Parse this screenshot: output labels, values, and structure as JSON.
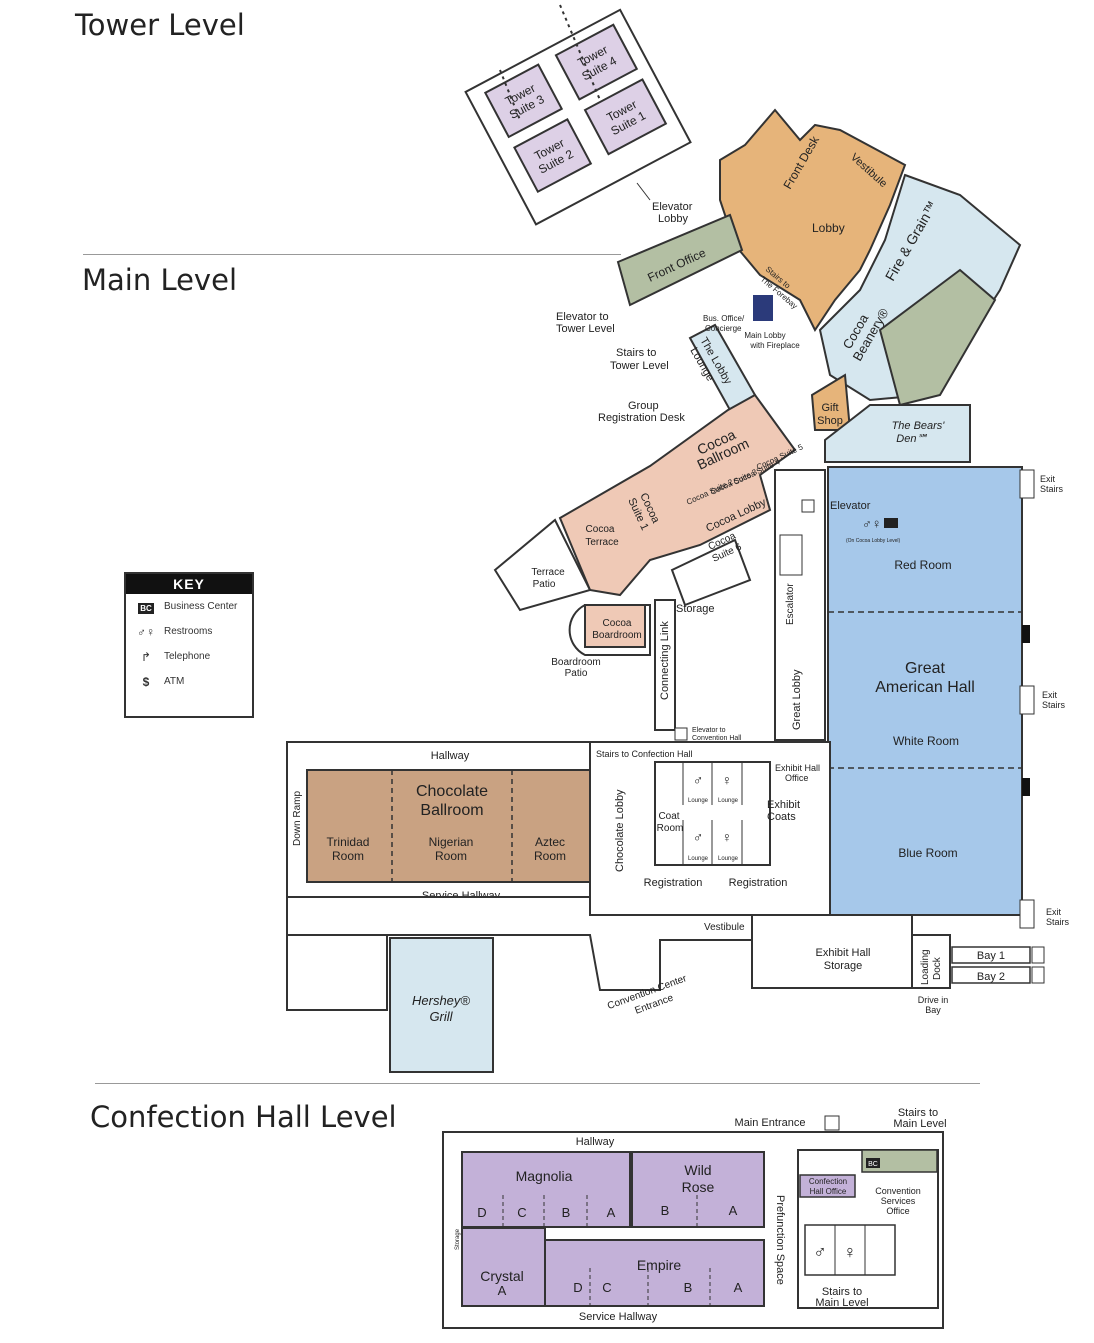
{
  "levels": {
    "tower": "Tower Level",
    "main": "Main Level",
    "confection": "Confection Hall Level"
  },
  "colors": {
    "tower_suite": "#ddd0e6",
    "lobby": "#e6b47a",
    "front_office": "#b3bfa3",
    "light_blue": "#d6e7ef",
    "cocoa": "#efc9b6",
    "chocolate": "#c9a282",
    "great_hall": "#a6c8ea",
    "confection": "#c3b1d8",
    "hershey": "#d6e7ef",
    "gift": "#e6b47a"
  },
  "key": {
    "title": "KEY",
    "items": [
      {
        "icon": "business-center-icon",
        "glyph": "BC",
        "label": "Business Center"
      },
      {
        "icon": "restrooms-icon",
        "glyph": "🚹🚺",
        "label": "Restrooms"
      },
      {
        "icon": "telephone-icon",
        "glyph": "↱",
        "label": "Telephone"
      },
      {
        "icon": "atm-icon",
        "glyph": "$",
        "label": "ATM"
      }
    ]
  },
  "tower": {
    "suite1": [
      "Tower",
      "Suite 1"
    ],
    "suite2": [
      "Tower",
      "Suite 2"
    ],
    "suite3": [
      "Tower",
      "Suite 3"
    ],
    "suite4": [
      "Tower",
      "Suite 4"
    ],
    "elevator_lobby": [
      "Elevator",
      "Lobby"
    ]
  },
  "main": {
    "front_desk": "Front Desk",
    "vestibule_top": "Vestibule",
    "lobby": "Lobby",
    "fire_grain": "Fire & Grain™",
    "front_office": "Front Office",
    "stairs_foreb": [
      "Stairs to",
      "The Forebay"
    ],
    "bus_office": [
      "Bus. Office/",
      "Concierge"
    ],
    "main_lobby_fire": [
      "Main Lobby",
      "with Fireplace"
    ],
    "elevator_tower": [
      "Elevator to",
      "Tower Level"
    ],
    "stairs_tower": [
      "Stairs to",
      "Tower Level"
    ],
    "lobby_lounge": [
      "The Lobby",
      "Lounge"
    ],
    "cocoa_beanery": [
      "Cocoa",
      "Beanery®"
    ],
    "gift_shop": [
      "Gift",
      "Shop"
    ],
    "bears_den": [
      "The Bears'",
      "Den℠"
    ],
    "group_reg": [
      "Group",
      "Registration Desk"
    ],
    "cocoa_ballroom": [
      "Cocoa",
      "Ballroom"
    ],
    "cocoa_suites": [
      "Cocoa Suite 2",
      "Cocoa Suite 3",
      "Cocoa Suite 4",
      "Cocoa Suite 5"
    ],
    "cocoa_suite1": [
      "Cocoa",
      "Suite 1"
    ],
    "cocoa_terrace": [
      "Cocoa",
      "Terrace"
    ],
    "cocoa_lobby": "Cocoa Lobby",
    "cocoa_suite6": [
      "Cocoa",
      "Suite 6"
    ],
    "terrace_patio": [
      "Terrace",
      "Patio"
    ],
    "storage": "Storage",
    "cocoa_boardroom": [
      "Cocoa",
      "Boardroom"
    ],
    "boardroom_patio": [
      "Boardroom",
      "Patio"
    ],
    "connecting_link": "Connecting Link",
    "escalator": "Escalator",
    "great_lobby": "Great Lobby",
    "elevator": "Elevator",
    "on_cocoa": "(On Cocoa Lobby Level)",
    "exit_stairs": [
      "Exit",
      "Stairs"
    ],
    "red_room": "Red Room",
    "great_american_hall": [
      "Great",
      "American Hall"
    ],
    "white_room": "White Room",
    "blue_room": "Blue Room",
    "elevator_convention": [
      "Elevator to",
      "Convention Hall"
    ],
    "stairs_confection": "Stairs to Confection Hall",
    "exhibit_hall_office": [
      "Exhibit Hall",
      "Office"
    ],
    "exhibit_coats": [
      "Exhibit",
      "Coats"
    ],
    "coat_room": [
      "Coat",
      "Room"
    ],
    "lounge": "Lounge",
    "registration": "Registration",
    "chocolate_lobby": "Chocolate Lobby",
    "hallway": "Hallway",
    "down_ramp": "Down Ramp",
    "chocolate_ballroom": [
      "Chocolate",
      "Ballroom"
    ],
    "trinidad": [
      "Trinidad",
      "Room"
    ],
    "nigerian": [
      "Nigerian",
      "Room"
    ],
    "aztec": [
      "Aztec",
      "Room"
    ],
    "service_hallway": "Service Hallway",
    "vestibule": "Vestibule",
    "exhibit_storage": [
      "Exhibit Hall",
      "Storage"
    ],
    "loading_dock": [
      "Loading",
      "Dock"
    ],
    "bay1": "Bay 1",
    "bay2": "Bay 2",
    "drive_in": [
      "Drive in",
      "Bay"
    ],
    "convention_entrance": [
      "Convention Center",
      "Entrance"
    ],
    "hershey_grill": [
      "Hershey®",
      "Grill"
    ]
  },
  "confection": {
    "main_entrance": "Main Entrance",
    "stairs_main": [
      "Stairs to",
      "Main Level"
    ],
    "hallway": "Hallway",
    "magnolia": "Magnolia",
    "magnolia_sections": [
      "D",
      "C",
      "B",
      "A"
    ],
    "wild_rose": [
      "Wild",
      "Rose"
    ],
    "wild_rose_sections": [
      "B",
      "A"
    ],
    "storage": "Storage",
    "crystal": [
      "Crystal",
      "A"
    ],
    "empire": "Empire",
    "empire_sections": [
      "D",
      "C",
      "B",
      "A"
    ],
    "prefunction": "Prefunction Space",
    "confection_office": [
      "Confection",
      "Hall Office"
    ],
    "convention_services": [
      "Convention",
      "Services",
      "Office"
    ],
    "stairs_main_bottom": [
      "Stairs to",
      "Main Level"
    ],
    "service_hallway": "Service Hallway",
    "bc": "BC"
  }
}
